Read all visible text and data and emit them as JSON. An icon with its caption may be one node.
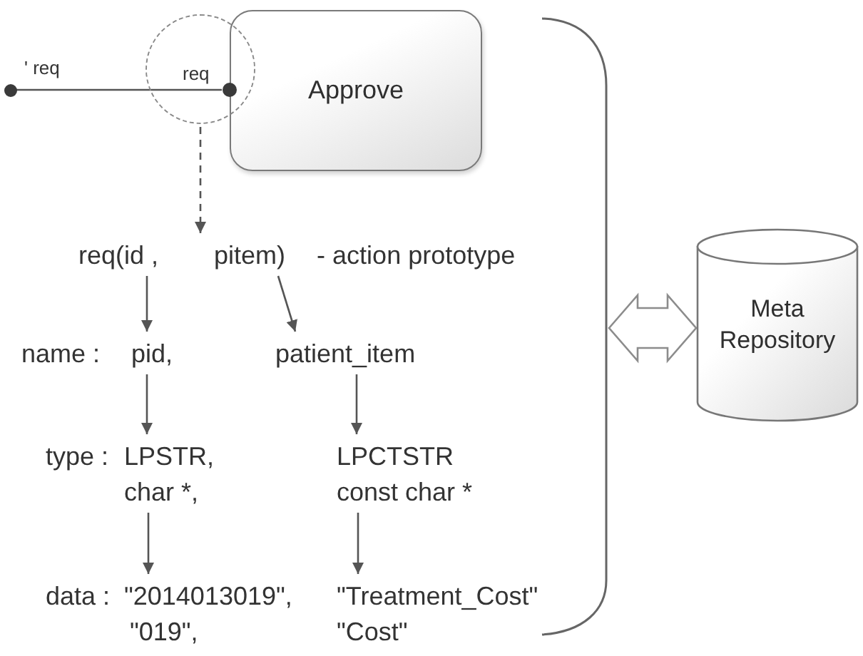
{
  "diagram": {
    "nodes": [
      {
        "text": [],
        "shape": "circle"
      },
      {
        "text": [
          "req"
        ]
      },
      {
        "text": [],
        "shape": "circle",
        "in": 1
      },
      {
        "text": [
          "Approve"
        ]
      },
      {
        "text": [],
        "shape": "bracket"
      },
      {
        "text": [
          "Meta Repository"
        ]
      },
      {
        "text": [
          "req(id ,",
          "pitem)",
          "- action prototype"
        ]
      },
      {
        "text": [
          "pid,"
        ]
      },
      {
        "text": [
          "patient_item"
        ]
      },
      {
        "text": [
          "LPSTR,",
          "char *,"
        ]
      },
      {
        "text": [
          "LPCTSTR",
          "const char *"
        ]
      },
      {
        "text": [
          "\"2014013019\",",
          "\"019\","
        ]
      },
      {
        "text": [
          "\"Treatment_Cost\"",
          "\"Cost\""
        ]
      }
    ],
    "edges": [
      {
        "from": 0,
        "to": 2,
        "arrow": "none"
      },
      {
        "from": 1,
        "to": 6,
        "arrow": "to",
        "style": "dashed"
      },
      {
        "from": 6,
        "to": 7,
        "arrow": "to"
      },
      {
        "from": 6,
        "to": 8,
        "arrow": "to"
      },
      {
        "from": 7,
        "to": 9,
        "arrow": "to"
      },
      {
        "from": 8,
        "to": 10,
        "arrow": "to"
      },
      {
        "from": 9,
        "to": 11,
        "arrow": "to"
      },
      {
        "from": 10,
        "to": 12,
        "arrow": "to"
      },
      {
        "from": 4,
        "to": 5,
        "arrow": "both",
        "style": "thick"
      }
    ],
    "labels": [
      "' req",
      "name :",
      "type :",
      "data :"
    ]
  }
}
